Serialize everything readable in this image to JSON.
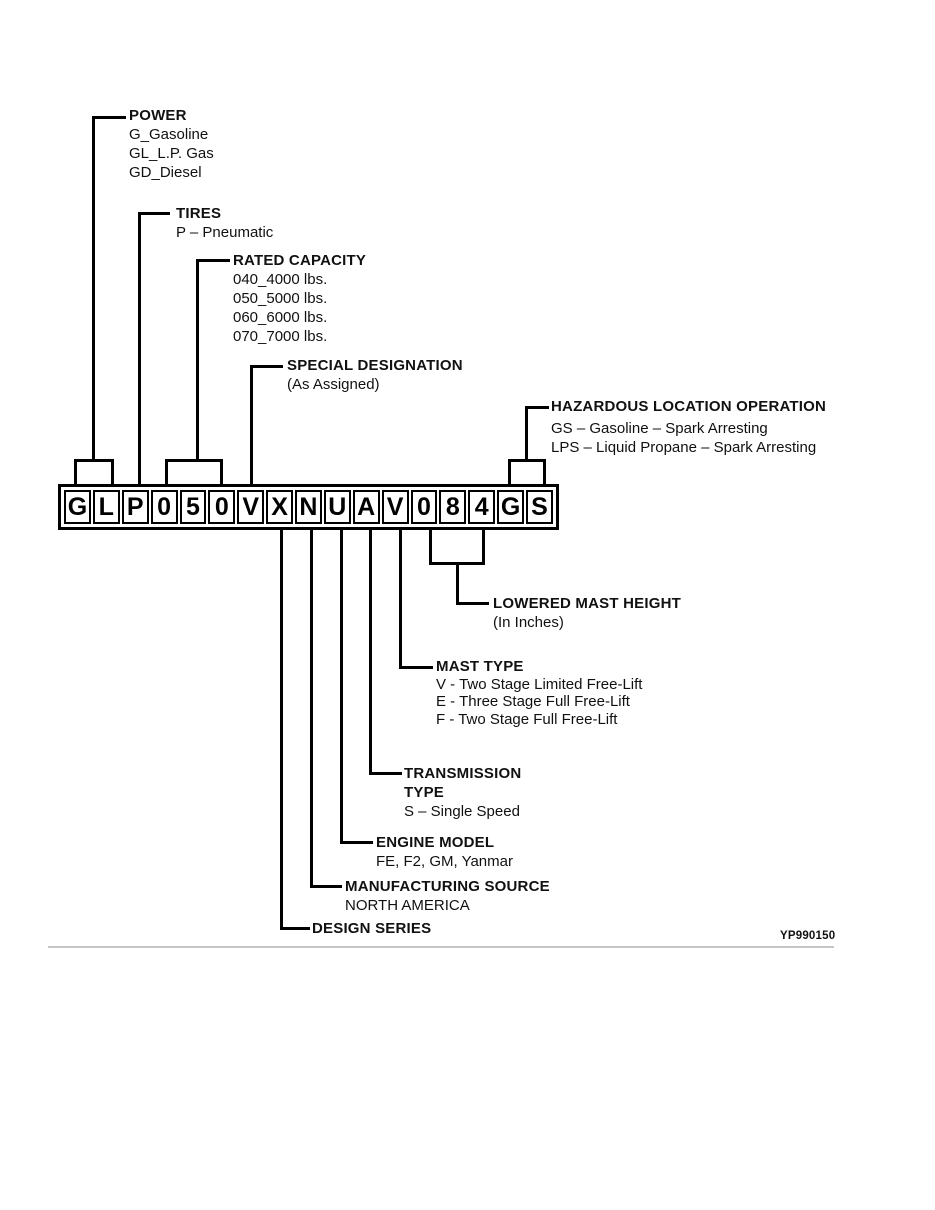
{
  "diagram": {
    "code": [
      "G",
      "L",
      "P",
      "0",
      "5",
      "0",
      "V",
      "X",
      "N",
      "U",
      "A",
      "V",
      "0",
      "8",
      "4",
      "G",
      "S"
    ],
    "labels": {
      "power": {
        "title": "POWER",
        "items": [
          "G_Gasoline",
          "GL_L.P. Gas",
          "GD_Diesel"
        ]
      },
      "tires": {
        "title": "TIRES",
        "items": [
          "P – Pneumatic"
        ]
      },
      "rated_capacity": {
        "title": "RATED CAPACITY",
        "items": [
          "040_4000 lbs.",
          "050_5000 lbs.",
          "060_6000 lbs.",
          "070_7000 lbs."
        ]
      },
      "special_designation": {
        "title": "SPECIAL DESIGNATION",
        "items": [
          "(As Assigned)"
        ]
      },
      "hazardous_location": {
        "title": "HAZARDOUS LOCATION OPERATION",
        "items": [
          "GS – Gasoline – Spark Arresting",
          "LPS – Liquid Propane – Spark Arresting"
        ]
      },
      "lowered_mast_height": {
        "title": "LOWERED MAST HEIGHT",
        "items": [
          "(In Inches)"
        ]
      },
      "mast_type": {
        "title": "MAST TYPE",
        "items": [
          "V - Two Stage Limited Free-Lift",
          "E - Three Stage Full Free-Lift",
          "F - Two Stage Full Free-Lift"
        ]
      },
      "transmission_type": {
        "title": "TRANSMISSION TYPE",
        "items": [
          "S – Single Speed"
        ]
      },
      "engine_model": {
        "title": "ENGINE MODEL",
        "items": [
          "FE, F2, GM, Yanmar"
        ]
      },
      "manufacturing_source": {
        "title": "MANUFACTURING SOURCE",
        "items": [
          "NORTH AMERICA"
        ]
      },
      "design_series": {
        "title": "DESIGN SERIES",
        "items": []
      }
    },
    "figure_id": "YP990150",
    "colors": {
      "line": "#000000",
      "text": "#111111",
      "rule": "#c6c6c6",
      "background": "#ffffff"
    }
  }
}
